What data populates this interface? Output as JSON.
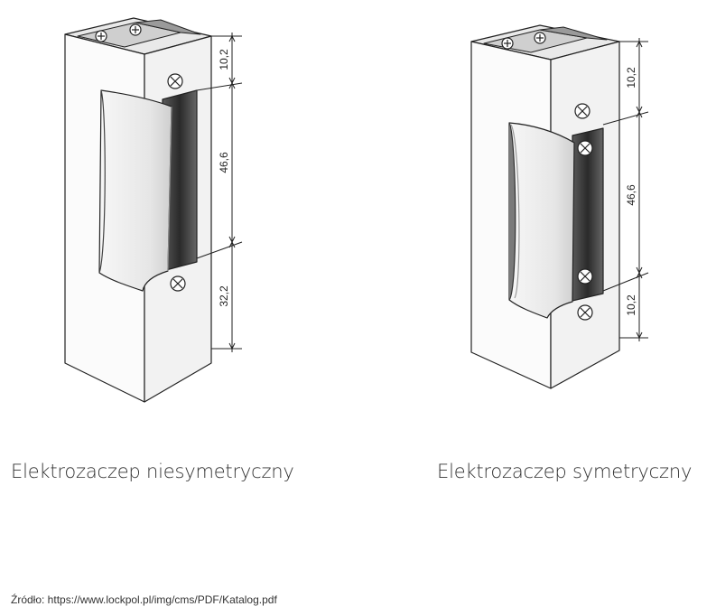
{
  "strikes": [
    {
      "caption": "Elektrozaczep niesymetryczny",
      "dimensions": [
        "10,2",
        "46,6",
        "32,2"
      ]
    },
    {
      "caption": "Elektrozaczep symetryczny",
      "dimensions": [
        "10,2",
        "46,6",
        "10,2"
      ]
    }
  ],
  "source": "Źródło: https://www.lockpol.pl/img/cms/PDF/Katalog.pdf"
}
